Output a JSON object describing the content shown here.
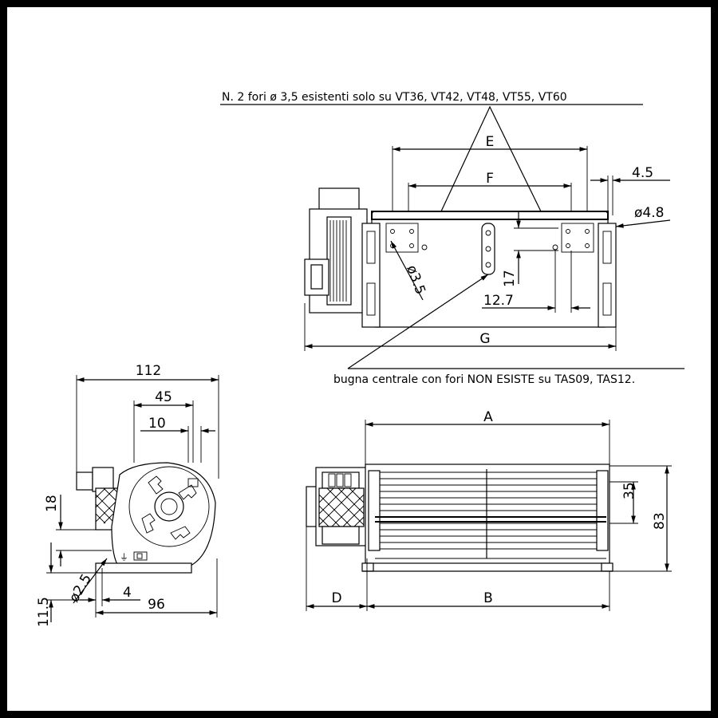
{
  "notes": {
    "holes_note": "N. 2 fori ø 3,5 esistenti solo su VT36, VT42, VT48, VT55, VT60",
    "center_lug_note": "bugna centrale con fori NON ESISTE su TAS09, TAS12."
  },
  "top_view": {
    "E": "E",
    "F": "F",
    "G": "G",
    "d45": "4.5",
    "phi48": "ø4.8",
    "phi35": "ø3.5",
    "d17": "17",
    "d127": "12.7"
  },
  "side_view": {
    "d112": "112",
    "d45": "45",
    "d10": "10",
    "d18": "18",
    "phi25": "ø2.5",
    "d115": "11.5",
    "d4": "4",
    "d96": "96"
  },
  "front_view": {
    "A": "A",
    "B": "B",
    "D": "D",
    "d35": "35",
    "d83": "83"
  }
}
